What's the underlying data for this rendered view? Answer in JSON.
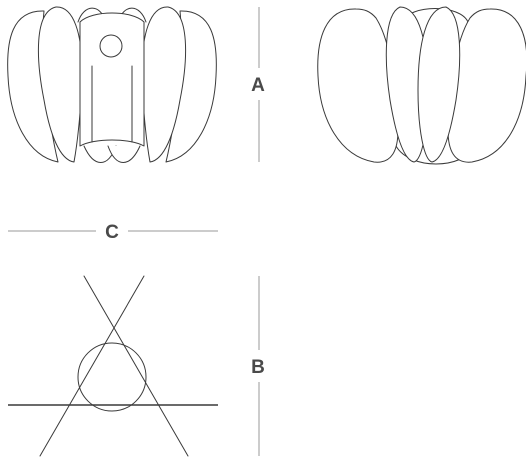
{
  "drawing": {
    "dimensions": {
      "height_label": "A",
      "base_height_label": "B",
      "width_label": "C"
    }
  }
}
